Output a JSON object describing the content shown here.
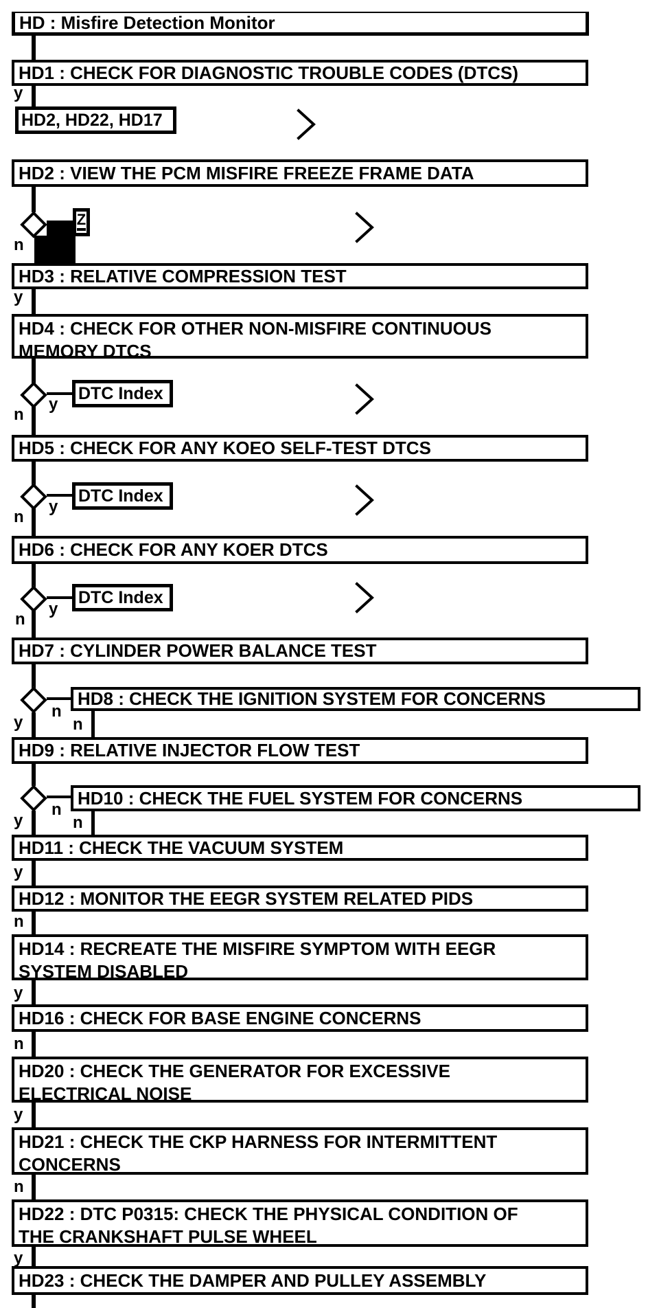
{
  "flowchart": {
    "title": "HD : Misfire Detection Monitor",
    "colors": {
      "ink": "#000000",
      "paper": "#ffffff"
    },
    "labels": {
      "yes": "y",
      "no": "n"
    },
    "icons": {
      "continue_chevron": "chevron-right"
    },
    "boxes": {
      "hd": "HD : Misfire Detection Monitor",
      "hd1": "HD1 : CHECK FOR DIAGNOSTIC TROUBLE CODES (DTCS)",
      "link_hd2_hd22_hd17": "HD2, HD22, HD17",
      "hd2": "HD2 : VIEW THE PCM MISFIRE FREEZE FRAME DATA",
      "z_link": "Z",
      "hd3": "HD3 : RELATIVE COMPRESSION TEST",
      "hd4_line1": "HD4 : CHECK FOR OTHER NON-MISFIRE CONTINUOUS",
      "hd4_line2": "MEMORY DTCS",
      "dtc_index": "DTC Index",
      "hd5": "HD5 : CHECK FOR ANY KOEO SELF-TEST DTCS",
      "hd6": "HD6 : CHECK FOR ANY KOER DTCS",
      "hd7": "HD7 : CYLINDER POWER BALANCE TEST",
      "hd8": "HD8 : CHECK THE IGNITION SYSTEM FOR CONCERNS",
      "hd9": "HD9 : RELATIVE INJECTOR FLOW TEST",
      "hd10": "HD10 : CHECK THE FUEL SYSTEM FOR CONCERNS",
      "hd11": "HD11 : CHECK THE VACUUM SYSTEM",
      "hd12": "HD12 : MONITOR THE EEGR SYSTEM RELATED PIDS",
      "hd14_line1": "HD14 : RECREATE THE MISFIRE SYMPTOM WITH EEGR",
      "hd14_line2": "SYSTEM DISABLED",
      "hd16": "HD16 : CHECK FOR BASE ENGINE CONCERNS",
      "hd20_line1": "HD20 : CHECK THE GENERATOR FOR EXCESSIVE",
      "hd20_line2": "ELECTRICAL NOISE",
      "hd21_line1": "HD21 : CHECK THE CKP HARNESS FOR INTERMITTENT",
      "hd21_line2": "CONCERNS",
      "hd22_line1": "HD22 : DTC P0315: CHECK THE PHYSICAL CONDITION OF",
      "hd22_line2": "THE CRANKSHAFT PULSE WHEEL",
      "hd23": "HD23 : CHECK THE DAMPER AND PULLEY ASSEMBLY"
    }
  }
}
